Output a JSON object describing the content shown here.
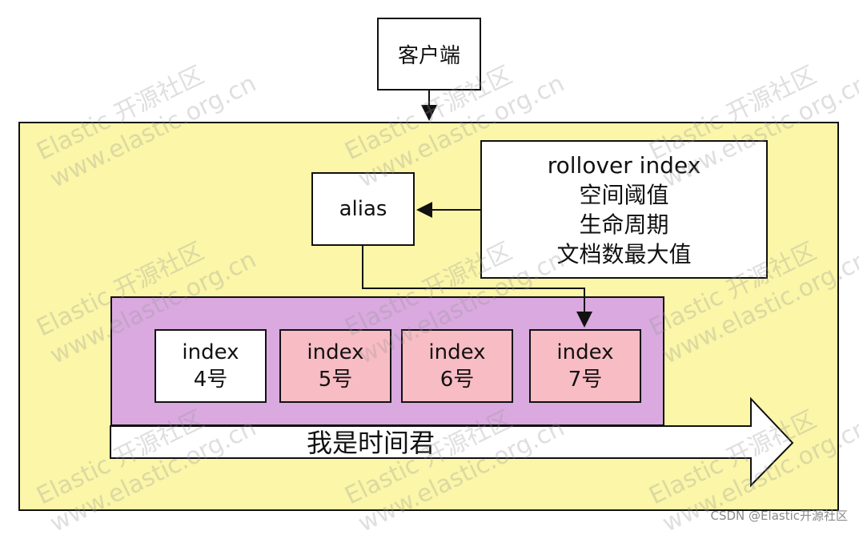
{
  "client": {
    "label": "客户端"
  },
  "alias": {
    "label": "alias"
  },
  "rollover": {
    "lines": [
      "rollover index",
      "空间阈值",
      "生命周期",
      "文档数最大值"
    ]
  },
  "indices": [
    {
      "name": "index",
      "number": "4号",
      "color": "#ffffff"
    },
    {
      "name": "index",
      "number": "5号",
      "color": "#f8bcc4"
    },
    {
      "name": "index",
      "number": "6号",
      "color": "#f8bcc4"
    },
    {
      "name": "index",
      "number": "7号",
      "color": "#f8bcc4"
    }
  ],
  "timeline": {
    "label": "我是时间君"
  },
  "watermark": {
    "line1": "Elastic 开源社区",
    "line2": "www.elastic.org.cn"
  },
  "footer": {
    "credit": "CSDN @Elastic开源社区"
  },
  "colors": {
    "container": "#fbf6a8",
    "index_group": "#d9a9df",
    "index_highlight": "#f8bcc4",
    "box": "#ffffff",
    "stroke": "#111111"
  }
}
